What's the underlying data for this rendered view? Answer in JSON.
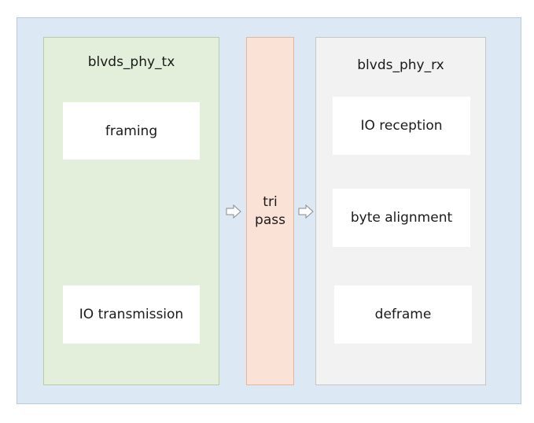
{
  "tx": {
    "title": "blvds_phy_tx",
    "blocks": [
      "framing",
      "IO transmission"
    ]
  },
  "mid": {
    "line1": "tri",
    "line2": "pass"
  },
  "rx": {
    "title": "blvds_phy_rx",
    "blocks": [
      "IO reception",
      "byte alignment",
      "deframe"
    ]
  },
  "colors": {
    "outer": "#dde8f5",
    "tx_panel": "#e3eedb",
    "mid_panel": "#fbe2d6",
    "rx_panel": "#f2f2f2"
  },
  "icons": {
    "arrow_tx_to_mid": "hollow-right-arrow-icon",
    "arrow_mid_to_rx": "hollow-right-arrow-icon"
  }
}
